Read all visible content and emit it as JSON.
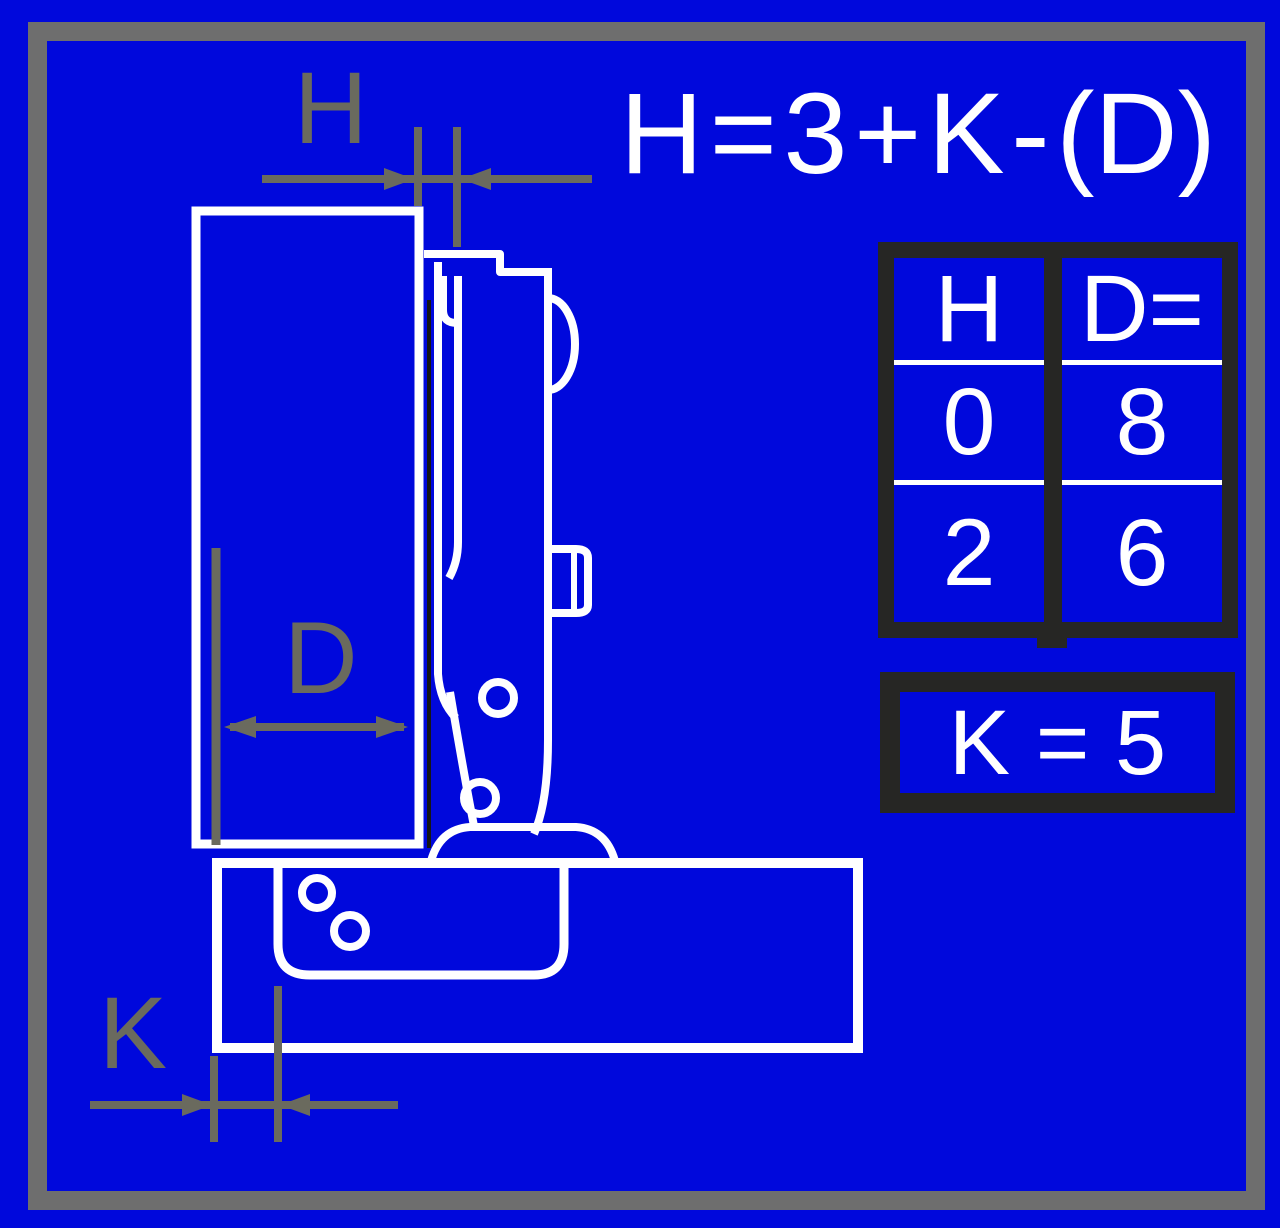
{
  "colors": {
    "background": "#0008dc",
    "line_white": "#ffffff",
    "dim_gray": "#6a6a5e",
    "frame_gray": "#6e6e6e",
    "panel_dark": "#262624"
  },
  "formula": "H = 3 + K - (D)",
  "dim_labels": {
    "h": "H",
    "d": "D",
    "k": "K"
  },
  "table": {
    "columns": [
      {
        "header": "H",
        "values": [
          "0",
          "2"
        ]
      },
      {
        "header": "D=",
        "values": [
          "8",
          "6"
        ]
      }
    ]
  },
  "k_box": "K = 5"
}
